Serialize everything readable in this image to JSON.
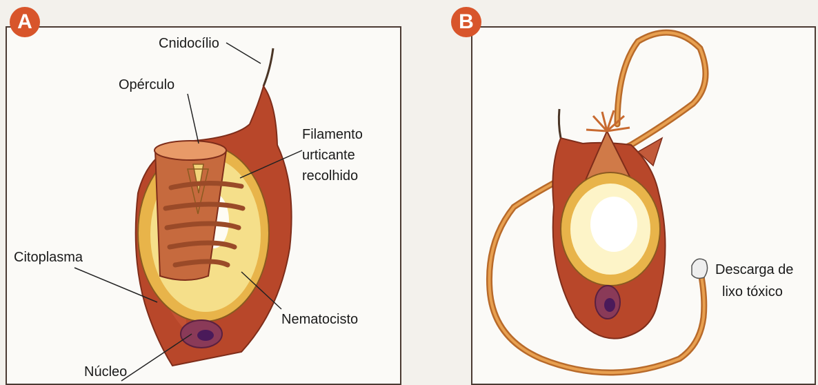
{
  "panels": {
    "a": {
      "badge": "A",
      "labels": {
        "cnidocilio": "Cnidocílio",
        "operculo": "Opérculo",
        "filamento": [
          "Filamento",
          "urticante",
          "recolhido"
        ],
        "citoplasma": "Citoplasma",
        "nematocisto": "Nematocisto",
        "nucleo": "Núcleo"
      }
    },
    "b": {
      "badge": "B",
      "labels": {
        "descarga": [
          "Descarga de",
          "lixo tóxico"
        ]
      }
    }
  },
  "colors": {
    "badge": "#d8552b",
    "cell_body": "#b8472a",
    "capsule": "#f0cf6a",
    "filament": "#c97a3a",
    "nucleus": "#6a3a6a"
  }
}
